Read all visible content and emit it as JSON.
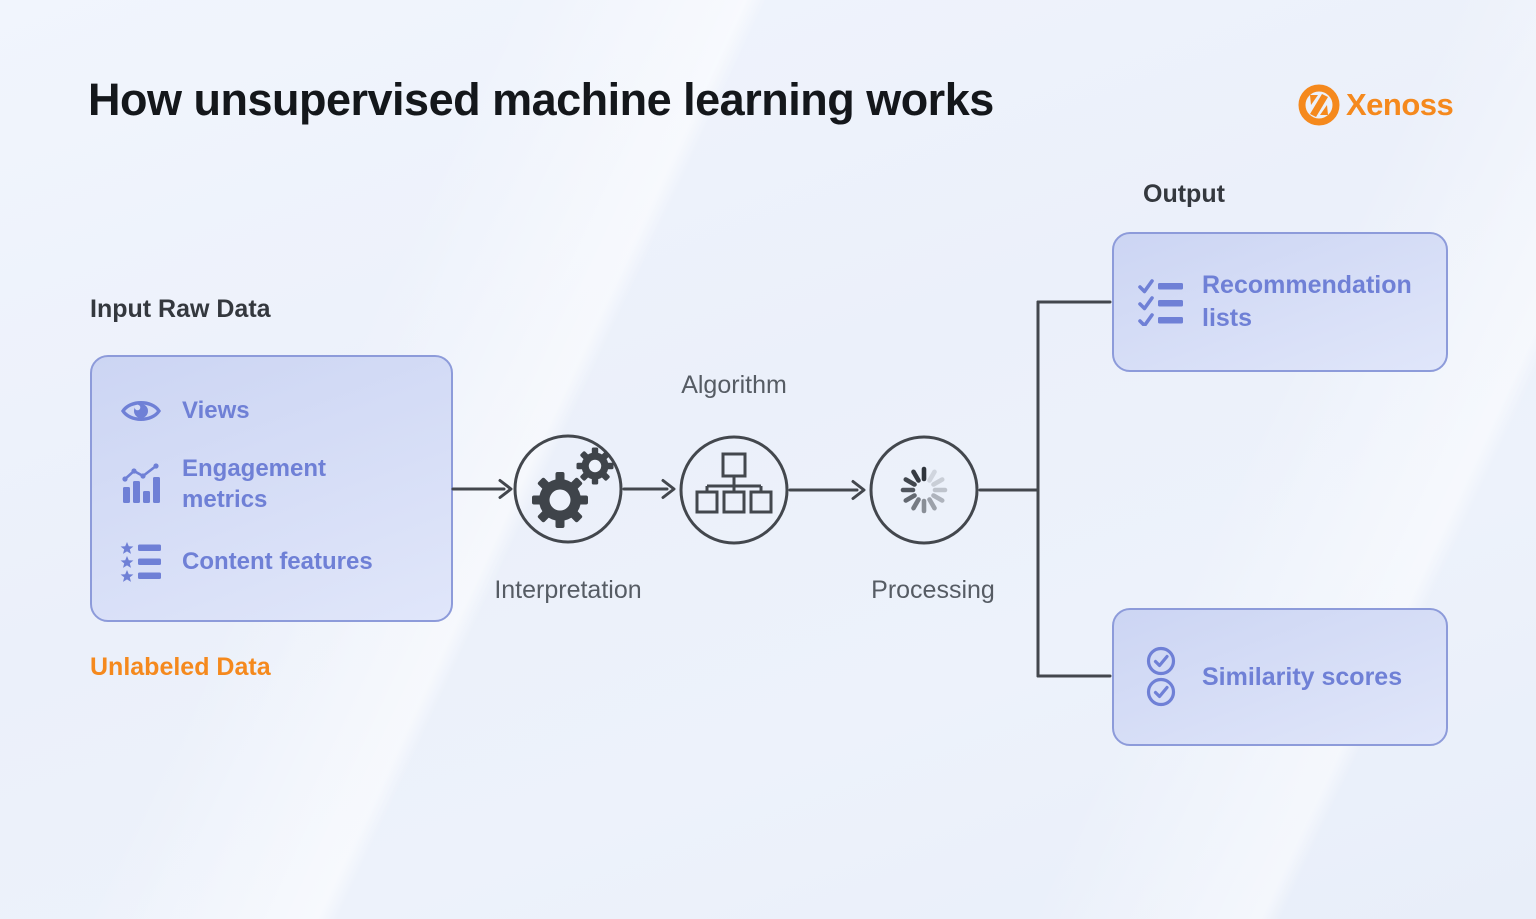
{
  "page": {
    "title": "How unsupervised machine learning works"
  },
  "logo": {
    "text": "Xenoss",
    "icon": "xenoss-logo-icon",
    "color": "#F5891D"
  },
  "input": {
    "label": "Input Raw Data",
    "footnote": "Unlabeled Data",
    "items": [
      {
        "icon": "eye-icon",
        "label": "Views"
      },
      {
        "icon": "bar-chart-icon",
        "label": "Engagement metrics"
      },
      {
        "icon": "star-list-icon",
        "label": "Content features"
      }
    ]
  },
  "flow": {
    "steps": [
      {
        "icon": "gears-icon",
        "label": "Interpretation",
        "label_position": "below"
      },
      {
        "icon": "hierarchy-icon",
        "label": "Algorithm",
        "label_position": "above"
      },
      {
        "icon": "spinner-icon",
        "label": "Processing",
        "label_position": "below"
      }
    ]
  },
  "output": {
    "label": "Output",
    "items": [
      {
        "icon": "checklist-icon",
        "label": "Recommendation lists"
      },
      {
        "icon": "double-check-icon",
        "label": "Similarity scores"
      }
    ]
  },
  "colors": {
    "bg": "#ecf1fb",
    "accent-purple": "#6f80d6",
    "box-border": "#8d9bda",
    "line": "#43474d",
    "orange": "#f5891d",
    "title": "#14171b"
  }
}
